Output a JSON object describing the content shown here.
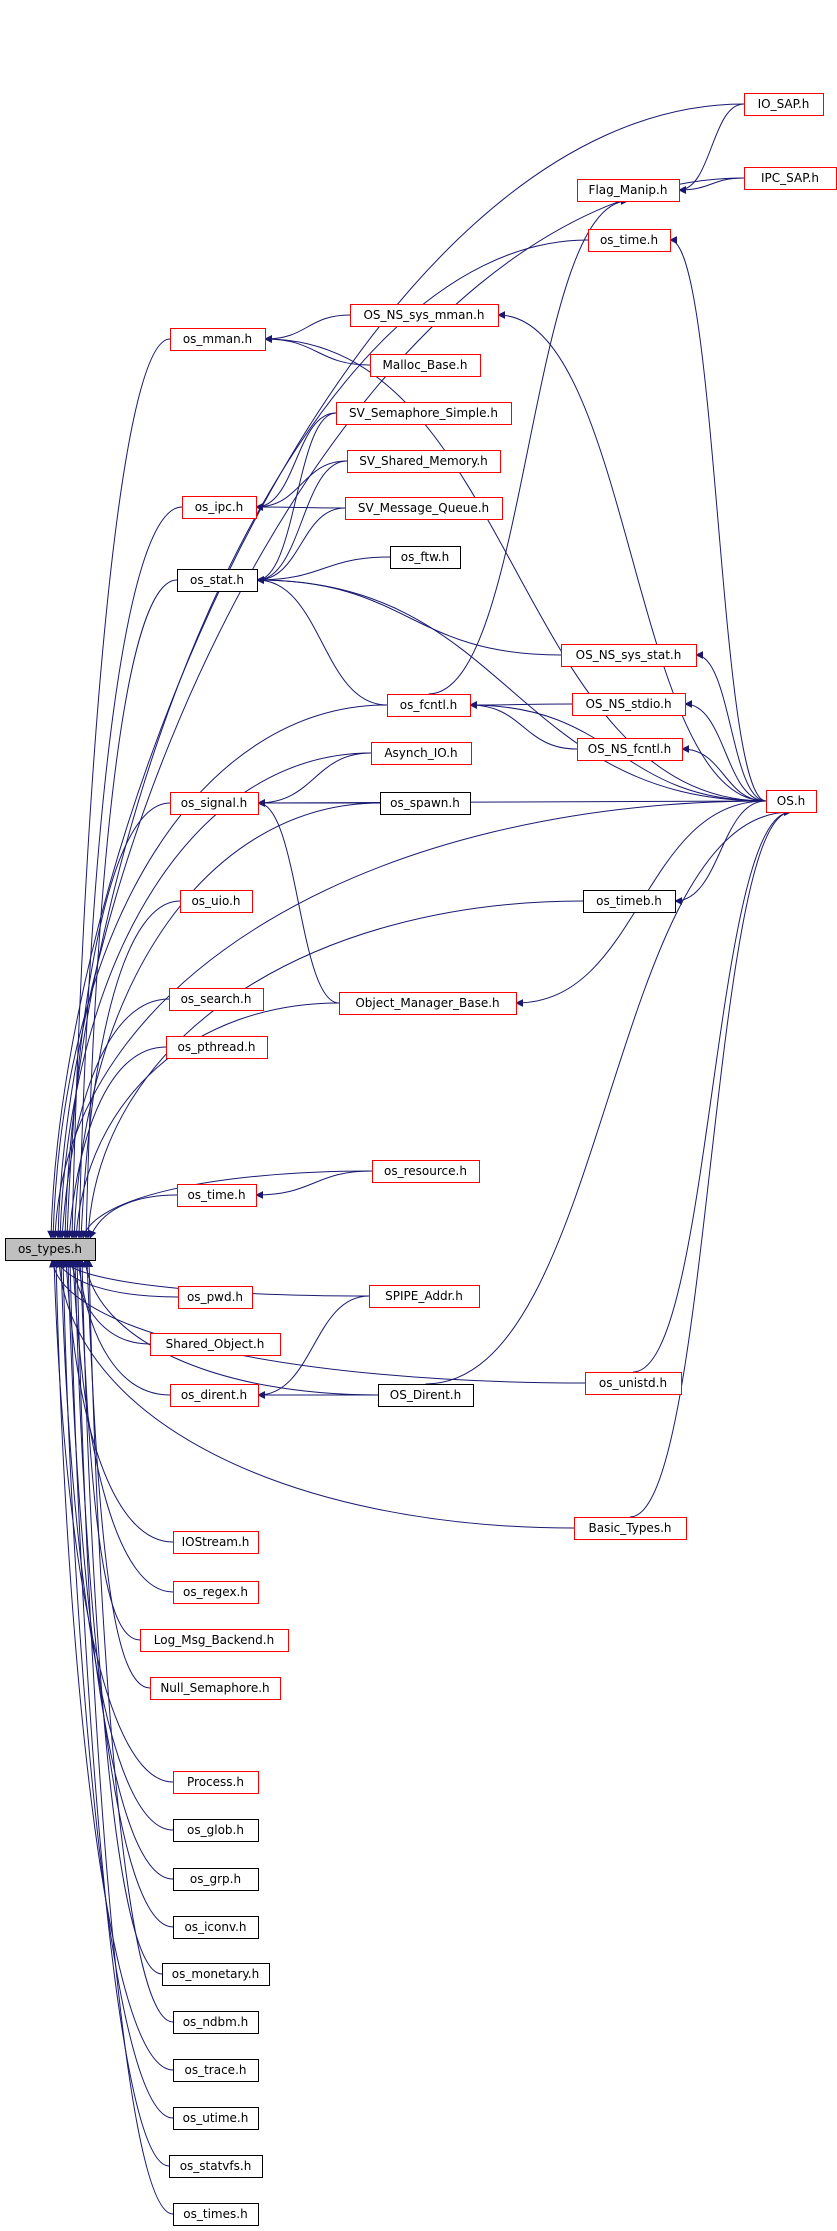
{
  "diagram": {
    "kind": "include dependency graph",
    "root": "os_types.h",
    "colors": {
      "edge": "#191970",
      "documented_border": "#ff0000",
      "undocumented_border": "#000000",
      "root_fill": "#bfbfbf",
      "node_fill": "#ffffff"
    },
    "nodes": [
      {
        "id": "os_types",
        "label": "os_types.h",
        "style": "root"
      },
      {
        "id": "io_sap",
        "label": "IO_SAP.h",
        "style": "red"
      },
      {
        "id": "ipc_sap",
        "label": "IPC_SAP.h",
        "style": "red"
      },
      {
        "id": "flag_manip",
        "label": "Flag_Manip.h",
        "style": "red"
      },
      {
        "id": "os_time_a",
        "label": "os_time.h",
        "style": "red"
      },
      {
        "id": "os_mman",
        "label": "os_mman.h",
        "style": "red"
      },
      {
        "id": "os_ns_sys_mman",
        "label": "OS_NS_sys_mman.h",
        "style": "red"
      },
      {
        "id": "malloc_base",
        "label": "Malloc_Base.h",
        "style": "red"
      },
      {
        "id": "sv_sem_simple",
        "label": "SV_Semaphore_Simple.h",
        "style": "red"
      },
      {
        "id": "sv_shared_mem",
        "label": "SV_Shared_Memory.h",
        "style": "red"
      },
      {
        "id": "os_ipc",
        "label": "os_ipc.h",
        "style": "red"
      },
      {
        "id": "sv_msg_queue",
        "label": "SV_Message_Queue.h",
        "style": "red"
      },
      {
        "id": "os_ftw",
        "label": "os_ftw.h",
        "style": "black"
      },
      {
        "id": "os_stat",
        "label": "os_stat.h",
        "style": "black"
      },
      {
        "id": "os_ns_sys_stat",
        "label": "OS_NS_sys_stat.h",
        "style": "red"
      },
      {
        "id": "os_fcntl",
        "label": "os_fcntl.h",
        "style": "red"
      },
      {
        "id": "os_ns_stdio",
        "label": "OS_NS_stdio.h",
        "style": "red"
      },
      {
        "id": "asynch_io",
        "label": "Asynch_IO.h",
        "style": "red"
      },
      {
        "id": "os_ns_fcntl",
        "label": "OS_NS_fcntl.h",
        "style": "red"
      },
      {
        "id": "os_signal",
        "label": "os_signal.h",
        "style": "red"
      },
      {
        "id": "os_spawn",
        "label": "os_spawn.h",
        "style": "black"
      },
      {
        "id": "os_h",
        "label": "OS.h",
        "style": "red"
      },
      {
        "id": "os_uio",
        "label": "os_uio.h",
        "style": "red"
      },
      {
        "id": "os_timeb",
        "label": "os_timeb.h",
        "style": "black"
      },
      {
        "id": "os_search",
        "label": "os_search.h",
        "style": "red"
      },
      {
        "id": "object_manager_base",
        "label": "Object_Manager_Base.h",
        "style": "red"
      },
      {
        "id": "os_pthread",
        "label": "os_pthread.h",
        "style": "red"
      },
      {
        "id": "os_resource",
        "label": "os_resource.h",
        "style": "red"
      },
      {
        "id": "os_time_b",
        "label": "os_time.h",
        "style": "red"
      },
      {
        "id": "os_pwd",
        "label": "os_pwd.h",
        "style": "red"
      },
      {
        "id": "spipe_addr",
        "label": "SPIPE_Addr.h",
        "style": "red"
      },
      {
        "id": "shared_object",
        "label": "Shared_Object.h",
        "style": "red"
      },
      {
        "id": "os_dirent",
        "label": "os_dirent.h",
        "style": "red"
      },
      {
        "id": "os_dirent_cls",
        "label": "OS_Dirent.h",
        "style": "black"
      },
      {
        "id": "os_unistd",
        "label": "os_unistd.h",
        "style": "red"
      },
      {
        "id": "basic_types",
        "label": "Basic_Types.h",
        "style": "red"
      },
      {
        "id": "iostream",
        "label": "IOStream.h",
        "style": "red"
      },
      {
        "id": "os_regex",
        "label": "os_regex.h",
        "style": "red"
      },
      {
        "id": "log_msg_backend",
        "label": "Log_Msg_Backend.h",
        "style": "red"
      },
      {
        "id": "null_semaphore",
        "label": "Null_Semaphore.h",
        "style": "red"
      },
      {
        "id": "process",
        "label": "Process.h",
        "style": "red"
      },
      {
        "id": "os_glob",
        "label": "os_glob.h",
        "style": "black"
      },
      {
        "id": "os_grp",
        "label": "os_grp.h",
        "style": "black"
      },
      {
        "id": "os_iconv",
        "label": "os_iconv.h",
        "style": "black"
      },
      {
        "id": "os_monetary",
        "label": "os_monetary.h",
        "style": "black"
      },
      {
        "id": "os_ndbm",
        "label": "os_ndbm.h",
        "style": "black"
      },
      {
        "id": "os_trace",
        "label": "os_trace.h",
        "style": "black"
      },
      {
        "id": "os_utime",
        "label": "os_utime.h",
        "style": "black"
      },
      {
        "id": "os_statvfs",
        "label": "os_statvfs.h",
        "style": "black"
      },
      {
        "id": "os_times",
        "label": "os_times.h",
        "style": "black"
      }
    ],
    "edges": [
      [
        "io_sap",
        "os_types"
      ],
      [
        "ipc_sap",
        "os_types"
      ],
      [
        "os_time_a",
        "os_types"
      ],
      [
        "os_mman",
        "os_types"
      ],
      [
        "os_ipc",
        "os_types"
      ],
      [
        "os_stat",
        "os_types"
      ],
      [
        "os_fcntl",
        "os_types"
      ],
      [
        "asynch_io",
        "os_types"
      ],
      [
        "os_signal",
        "os_types"
      ],
      [
        "os_spawn",
        "os_types"
      ],
      [
        "os_uio",
        "os_types"
      ],
      [
        "os_timeb",
        "os_types"
      ],
      [
        "os_h",
        "os_types"
      ],
      [
        "os_search",
        "os_types"
      ],
      [
        "os_pthread",
        "os_types"
      ],
      [
        "object_manager_base",
        "os_types"
      ],
      [
        "os_resource",
        "os_types"
      ],
      [
        "os_time_b",
        "os_types"
      ],
      [
        "os_pwd",
        "os_types"
      ],
      [
        "spipe_addr",
        "os_types"
      ],
      [
        "shared_object",
        "os_types"
      ],
      [
        "os_dirent",
        "os_types"
      ],
      [
        "os_dirent_cls",
        "os_types"
      ],
      [
        "os_unistd",
        "os_types"
      ],
      [
        "basic_types",
        "os_types"
      ],
      [
        "iostream",
        "os_types"
      ],
      [
        "os_regex",
        "os_types"
      ],
      [
        "log_msg_backend",
        "os_types"
      ],
      [
        "null_semaphore",
        "os_types"
      ],
      [
        "process",
        "os_types"
      ],
      [
        "os_glob",
        "os_types"
      ],
      [
        "os_grp",
        "os_types"
      ],
      [
        "os_iconv",
        "os_types"
      ],
      [
        "os_monetary",
        "os_types"
      ],
      [
        "os_ndbm",
        "os_types"
      ],
      [
        "os_trace",
        "os_types"
      ],
      [
        "os_utime",
        "os_types"
      ],
      [
        "os_statvfs",
        "os_types"
      ],
      [
        "os_times",
        "os_types"
      ],
      [
        "io_sap",
        "flag_manip"
      ],
      [
        "ipc_sap",
        "flag_manip"
      ],
      [
        "os_fcntl",
        "flag_manip"
      ],
      [
        "os_h",
        "os_time_a"
      ],
      [
        "os_ns_sys_mman",
        "os_mman"
      ],
      [
        "malloc_base",
        "os_mman"
      ],
      [
        "os_h",
        "os_mman"
      ],
      [
        "os_h",
        "os_ns_sys_mman"
      ],
      [
        "sv_sem_simple",
        "os_ipc"
      ],
      [
        "sv_shared_mem",
        "os_ipc"
      ],
      [
        "sv_msg_queue",
        "os_ipc"
      ],
      [
        "sv_sem_simple",
        "os_stat"
      ],
      [
        "sv_shared_mem",
        "os_stat"
      ],
      [
        "sv_msg_queue",
        "os_stat"
      ],
      [
        "os_ftw",
        "os_stat"
      ],
      [
        "os_ns_sys_stat",
        "os_stat"
      ],
      [
        "os_fcntl",
        "os_stat"
      ],
      [
        "os_h",
        "os_stat"
      ],
      [
        "os_h",
        "os_ns_sys_stat"
      ],
      [
        "os_ns_stdio",
        "os_fcntl"
      ],
      [
        "os_ns_fcntl",
        "os_fcntl"
      ],
      [
        "os_h",
        "os_fcntl"
      ],
      [
        "os_h",
        "os_ns_stdio"
      ],
      [
        "os_h",
        "os_ns_fcntl"
      ],
      [
        "asynch_io",
        "os_signal"
      ],
      [
        "os_spawn",
        "os_signal"
      ],
      [
        "object_manager_base",
        "os_signal"
      ],
      [
        "os_h",
        "os_signal"
      ],
      [
        "os_h",
        "os_timeb"
      ],
      [
        "os_h",
        "object_manager_base"
      ],
      [
        "os_resource",
        "os_time_b"
      ],
      [
        "spipe_addr",
        "os_dirent"
      ],
      [
        "os_dirent_cls",
        "os_dirent"
      ],
      [
        "os_dirent_cls",
        "os_h"
      ],
      [
        "os_unistd",
        "os_h"
      ],
      [
        "basic_types",
        "os_h"
      ]
    ]
  }
}
